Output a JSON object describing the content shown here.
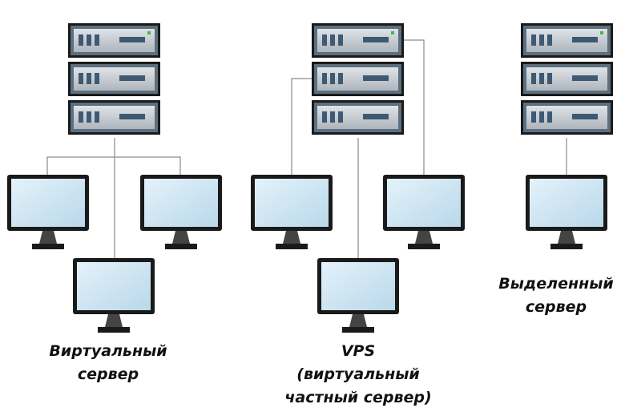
{
  "diagram": {
    "groups": [
      {
        "id": "virtual",
        "caption": [
          "Виртуальный",
          "сервер"
        ]
      },
      {
        "id": "vps",
        "caption": [
          "VPS",
          "(виртуальный",
          "частный сервер)"
        ]
      },
      {
        "id": "dedicated",
        "caption": [
          "Выделенный",
          "сервер"
        ]
      }
    ]
  },
  "colors": {
    "rack_outline": "#1a1a1a",
    "rack_body": "#c9ced3",
    "rack_bevel": "#5c6f7e",
    "drive_slot": "#3e5a72",
    "status_led": "#3cc13c",
    "screen": "#cfe6f3",
    "monitor_frame": "#1a1a1a",
    "stand": "#444444",
    "wire": "#8a8a8a"
  }
}
